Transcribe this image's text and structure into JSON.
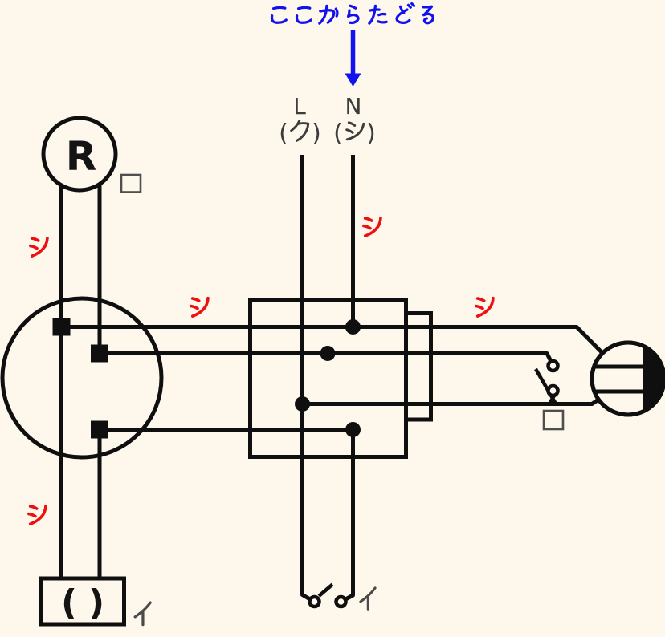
{
  "canvas": {
    "background": "#fdf8eb",
    "ink": "#0f0f0f"
  },
  "annotation": {
    "text": "ここからたどる",
    "color": "#1212ef"
  },
  "source": {
    "l": {
      "name": "L",
      "open": "(",
      "kana": "ク",
      "close": ")"
    },
    "n": {
      "name": "N",
      "open": "(",
      "kana": "シ",
      "close": ")"
    }
  },
  "wire_tags": {
    "shi": "シ",
    "color": "#ee1010"
  },
  "devices": {
    "lamp_receptacle": {
      "letter": "R",
      "tag": "ロ"
    },
    "outlet_switch": {
      "tag": "ロ"
    },
    "ceiling_light": {
      "open": "(",
      "close": ")",
      "tag": "イ"
    },
    "bottom_switch": {
      "tag": "イ"
    }
  },
  "label_color": "#3c3c3c",
  "tag_color": "#4f4f4f"
}
